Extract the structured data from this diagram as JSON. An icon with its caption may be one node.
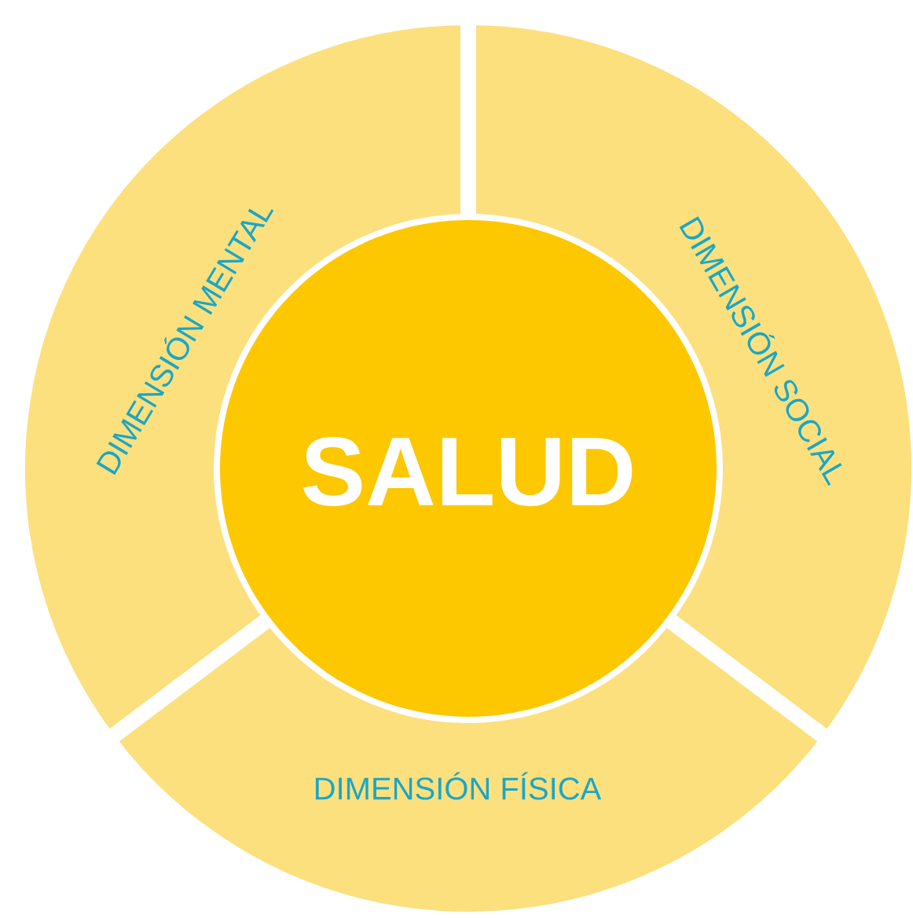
{
  "diagram": {
    "nodes": [
      {
        "text": [
          "SALUD"
        ]
      },
      {
        "text": [
          "DIMENSIÓN MENTAL"
        ]
      },
      {
        "text": [
          "DIMENSIÓN SOCIAL"
        ]
      },
      {
        "text": [
          "DIMENSIÓN FÍSICA"
        ]
      }
    ]
  }
}
